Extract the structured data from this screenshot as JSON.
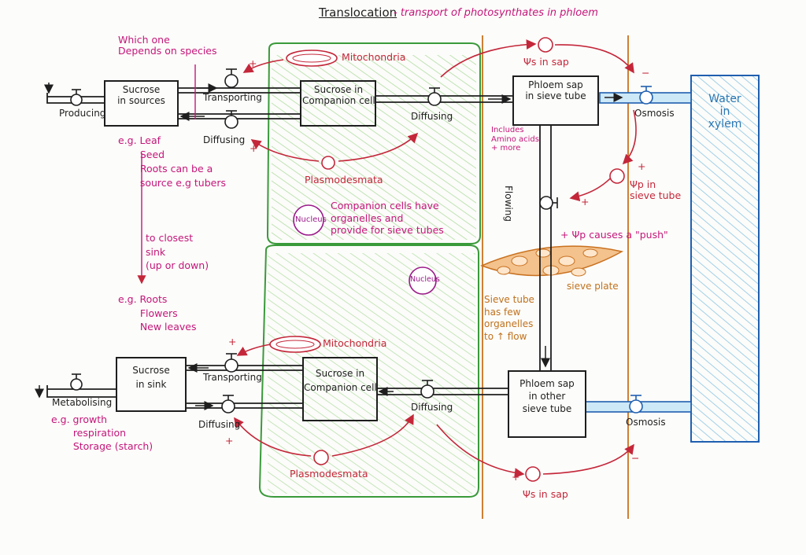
{
  "title": "Translocation",
  "subtitle": "- transport of photosynthates in phloem",
  "top": {
    "sucrose_sources": "Sucrose\nin sources",
    "producing": "Producing",
    "transporting": "Transporting",
    "diffusing": "Diffusing",
    "sucrose_companion": "Sucrose in\nCompanion cell",
    "diffusing_right": "Diffusing",
    "phloem_sap": "Phloem sap\nin sieve tube",
    "osmosis": "Osmosis",
    "mitochondria": "Mitochondria",
    "plasmodesmata": "Plasmodesmata",
    "psi_s_sap": "Ψs in sap",
    "includes": "Includes\nAmino acids\n+ more",
    "which_one": "Which one\nDepends on species",
    "eg_leaf": "e.g. Leaf\n       Seed\n       Roots can be a\n       source e.g tubers",
    "to_closest": "to closest\nsink\n(up or down)",
    "eg_roots": "e.g. Roots\n       Flowers\n       New leaves",
    "nucleus": "Nucleus",
    "companion_note": "Companion cells have\norganelles and\nprovide for sieve tubes"
  },
  "middle": {
    "flowing": "Flowing",
    "psi_p": "Ψp in\nsieve tube",
    "psi_p_push": "+ Ψp causes a \"push\"",
    "sieve_plate": "sieve plate",
    "sieve_tube_note": "Sieve tube\nhas few\norganelles\nto ↑ flow",
    "water_xylem": "Water\nin\nxylem",
    "nucleus2": "Nucleus"
  },
  "bottom": {
    "sucrose_sink": "Sucrose\nin sink",
    "metabolising": "Metabolising",
    "eg_growth": "e.g. growth\n       respiration\n       Storage (starch)",
    "transporting": "Transporting",
    "diffusing": "Diffusing",
    "sucrose_companion": "Sucrose in\nCompanion cell",
    "diffusing_right": "Diffusing",
    "phloem_sap": "Phloem sap\nin other\nsieve tube",
    "osmosis": "Osmosis",
    "mitochondria": "Mitochondria",
    "plasmodesmata": "Plasmodesmata",
    "psi_s_sap": "Ψs in sap"
  },
  "colors": {
    "black": "#1e1e1e",
    "magenta": "#c4167a",
    "red": "#c4273a",
    "green": "#3a9a3a",
    "orange": "#c0711c",
    "blue": "#2b78b4"
  }
}
